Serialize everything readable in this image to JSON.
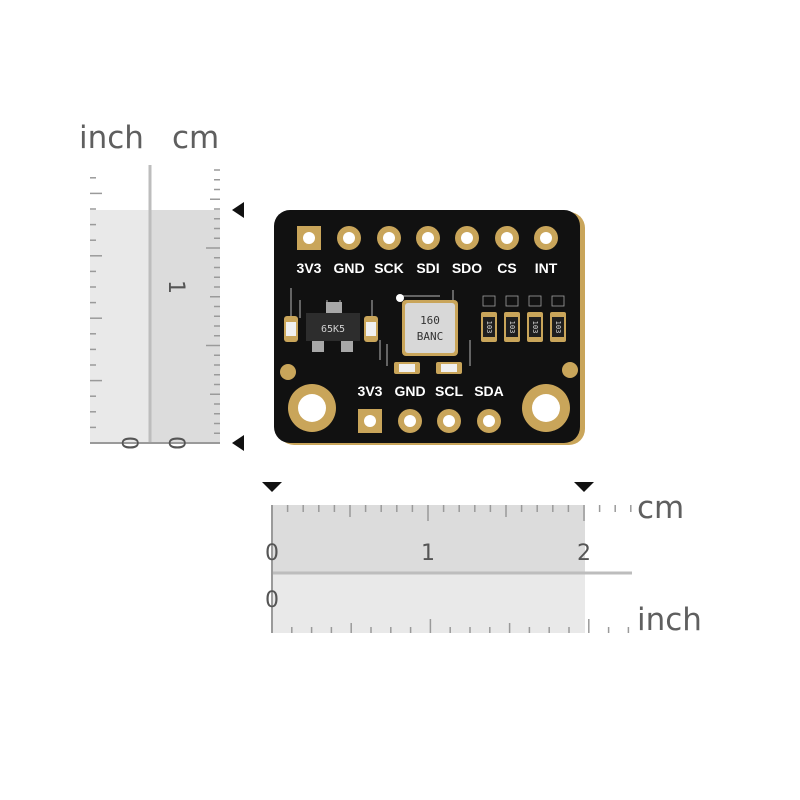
{
  "vertical_ruler": {
    "inch_label": "inch",
    "cm_label": "cm",
    "inch_zero": "0",
    "cm_zero": "0",
    "cm_one": "1"
  },
  "horizontal_ruler": {
    "cm_label": "cm",
    "inch_label": "inch",
    "cm_ticks": [
      "0",
      "1",
      "2"
    ],
    "inch_zero": "0"
  },
  "board": {
    "top_pins": [
      "3V3",
      "GND",
      "SCK",
      "SDI",
      "SDO",
      "CS",
      "INT"
    ],
    "bottom_pins": [
      "3V3",
      "GND",
      "SCL",
      "SDA"
    ],
    "regulator_marking": "65K5",
    "sensor_marking_line1": "160",
    "sensor_marking_line2": "BANC",
    "resistor_markings": [
      "103",
      "103",
      "103",
      "103"
    ],
    "colors": {
      "pcb": "#111111",
      "gold": "#c9a55a",
      "silkscreen": "#ffffff"
    }
  }
}
